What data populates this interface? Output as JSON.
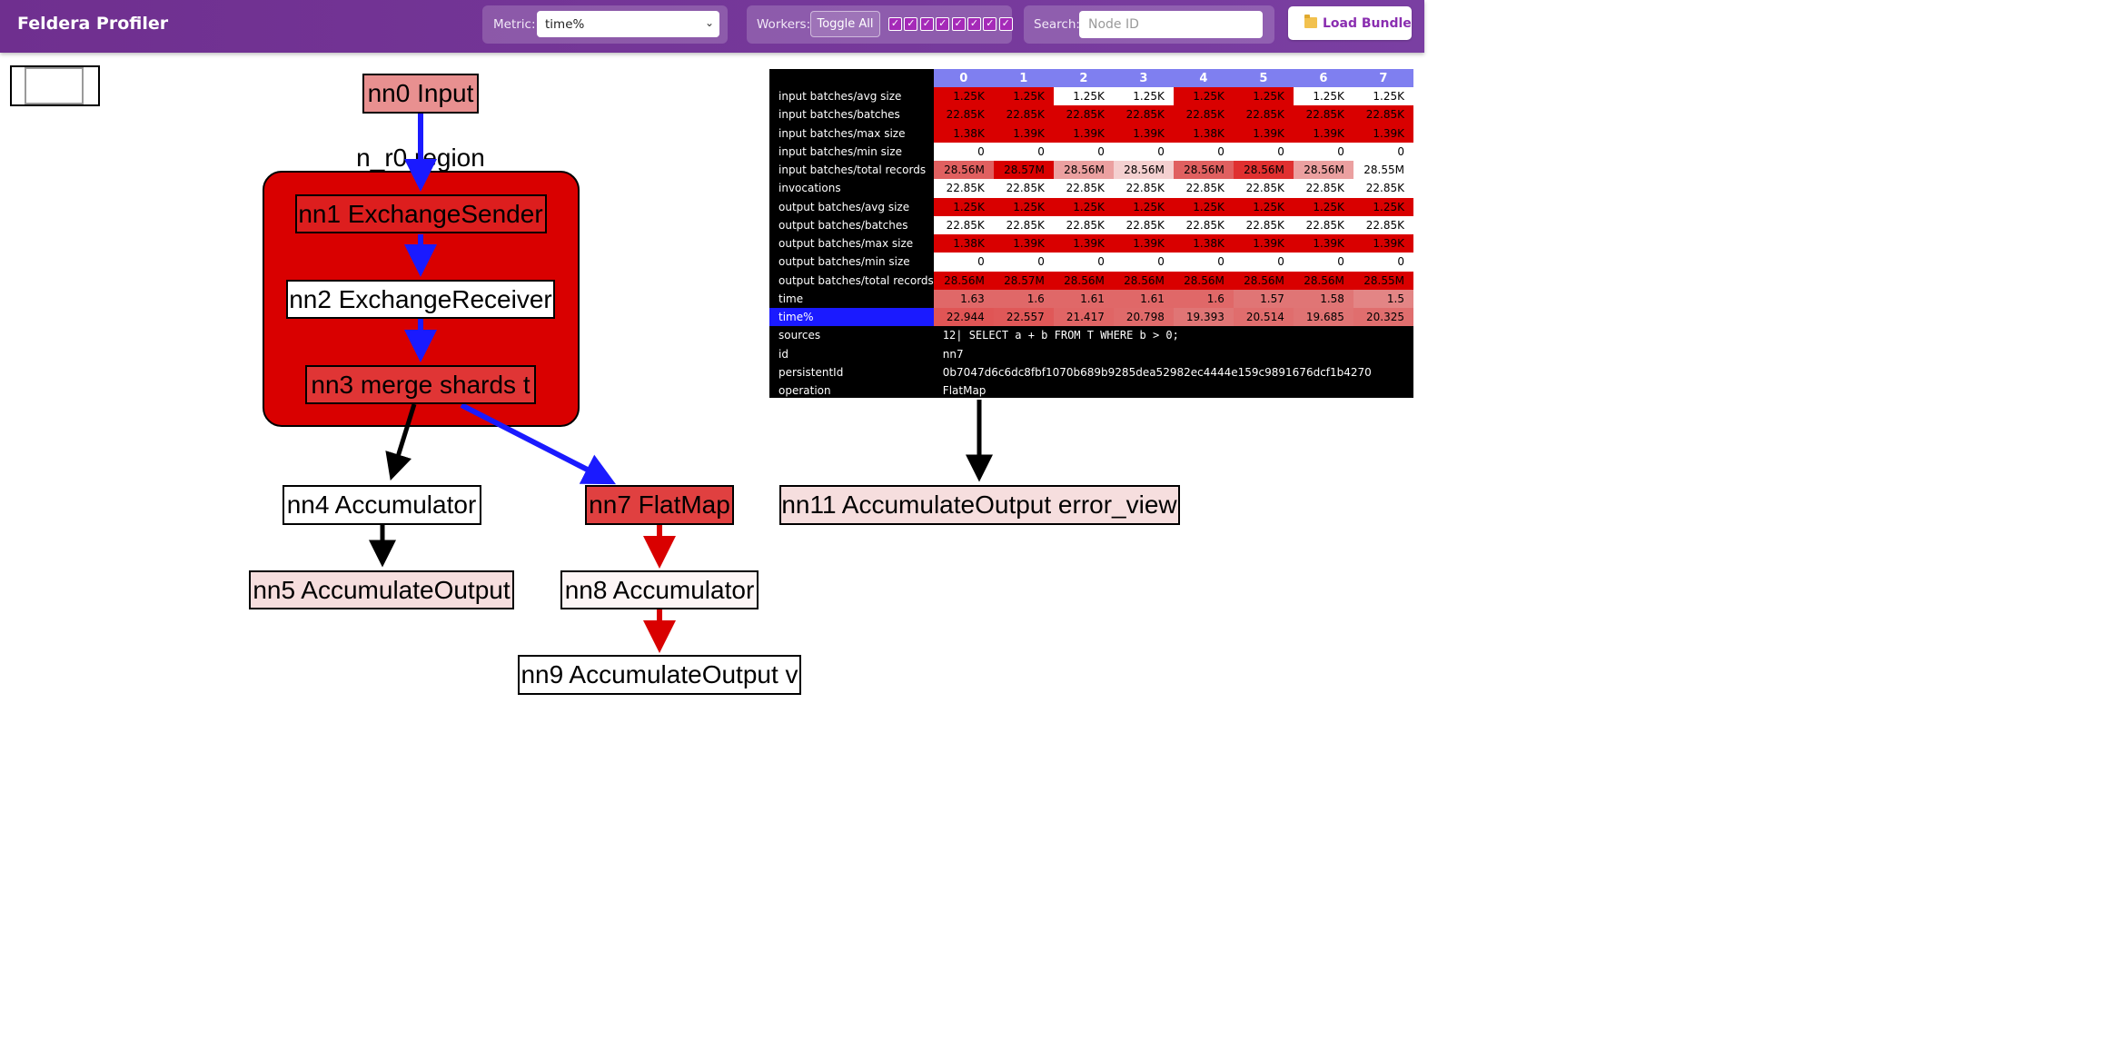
{
  "app": {
    "title": "Feldera Profiler"
  },
  "toolbar": {
    "metric_label": "Metric:",
    "metric_value": "time%",
    "workers_label": "Workers:",
    "toggle_all_label": "Toggle All",
    "worker_checks": [
      true,
      true,
      true,
      true,
      true,
      true,
      true,
      true
    ],
    "search_label": "Search:",
    "search_placeholder": "Node ID",
    "search_value": "",
    "load_bundle_label": "Load Bundle"
  },
  "graph": {
    "region_label": "n_r0 region",
    "nodes": {
      "nn0": "nn0 Input",
      "nn1": "nn1 ExchangeSender",
      "nn2": "nn2 ExchangeReceiver",
      "nn3": "nn3 merge shards  t",
      "nn4": "nn4 Accumulator",
      "nn5": "nn5 AccumulateOutput",
      "nn7": "nn7 FlatMap",
      "nn8": "nn8 Accumulator",
      "nn9": "nn9 AccumulateOutput v",
      "nn11": "nn11 AccumulateOutput error_view"
    },
    "colors": {
      "region_fill": "#d90000",
      "edge_blue": "#1a1aff",
      "edge_red": "#d90000",
      "edge_black": "#000000"
    }
  },
  "metrics_table": {
    "workers": [
      "0",
      "1",
      "2",
      "3",
      "4",
      "5",
      "6",
      "7"
    ],
    "selected_metric": "time%",
    "rows": [
      {
        "label": "input batches/avg size",
        "values": [
          "1.25K",
          "1.25K",
          "1.25K",
          "1.25K",
          "1.25K",
          "1.25K",
          "1.25K",
          "1.25K"
        ],
        "colors": [
          "#d90000",
          "#d90000",
          "#ffffff",
          "#ffffff",
          "#d90000",
          "#d90000",
          "#ffffff",
          "#ffffff"
        ]
      },
      {
        "label": "input batches/batches",
        "values": [
          "22.85K",
          "22.85K",
          "22.85K",
          "22.85K",
          "22.85K",
          "22.85K",
          "22.85K",
          "22.85K"
        ],
        "colors": [
          "#d90000",
          "#d90000",
          "#d90000",
          "#d90000",
          "#d90000",
          "#d90000",
          "#d90000",
          "#d90000"
        ]
      },
      {
        "label": "input batches/max size",
        "values": [
          "1.38K",
          "1.39K",
          "1.39K",
          "1.39K",
          "1.38K",
          "1.39K",
          "1.39K",
          "1.39K"
        ],
        "colors": [
          "#d90000",
          "#d90000",
          "#d90000",
          "#d90000",
          "#d90000",
          "#d90000",
          "#d90000",
          "#d90000"
        ]
      },
      {
        "label": "input batches/min size",
        "values": [
          "0",
          "0",
          "0",
          "0",
          "0",
          "0",
          "0",
          "0"
        ],
        "colors": [
          "#ffffff",
          "#ffffff",
          "#ffffff",
          "#ffffff",
          "#ffffff",
          "#ffffff",
          "#ffffff",
          "#ffffff"
        ]
      },
      {
        "label": "input batches/total records",
        "values": [
          "28.56M",
          "28.57M",
          "28.56M",
          "28.56M",
          "28.56M",
          "28.56M",
          "28.56M",
          "28.55M"
        ],
        "colors": [
          "#e06060",
          "#d90000",
          "#eba0a0",
          "#f4d0d0",
          "#e06060",
          "#e03030",
          "#eba0a0",
          "#ffffff"
        ]
      },
      {
        "label": "invocations",
        "values": [
          "22.85K",
          "22.85K",
          "22.85K",
          "22.85K",
          "22.85K",
          "22.85K",
          "22.85K",
          "22.85K"
        ],
        "colors": [
          "#ffffff",
          "#ffffff",
          "#ffffff",
          "#ffffff",
          "#ffffff",
          "#ffffff",
          "#ffffff",
          "#ffffff"
        ]
      },
      {
        "label": "output batches/avg size",
        "values": [
          "1.25K",
          "1.25K",
          "1.25K",
          "1.25K",
          "1.25K",
          "1.25K",
          "1.25K",
          "1.25K"
        ],
        "colors": [
          "#d90000",
          "#d90000",
          "#d90000",
          "#d90000",
          "#d90000",
          "#d90000",
          "#d90000",
          "#d90000"
        ]
      },
      {
        "label": "output batches/batches",
        "values": [
          "22.85K",
          "22.85K",
          "22.85K",
          "22.85K",
          "22.85K",
          "22.85K",
          "22.85K",
          "22.85K"
        ],
        "colors": [
          "#ffffff",
          "#ffffff",
          "#ffffff",
          "#ffffff",
          "#ffffff",
          "#ffffff",
          "#ffffff",
          "#ffffff"
        ]
      },
      {
        "label": "output batches/max size",
        "values": [
          "1.38K",
          "1.39K",
          "1.39K",
          "1.39K",
          "1.38K",
          "1.39K",
          "1.39K",
          "1.39K"
        ],
        "colors": [
          "#d90000",
          "#d90000",
          "#d90000",
          "#d90000",
          "#d90000",
          "#d90000",
          "#d90000",
          "#d90000"
        ]
      },
      {
        "label": "output batches/min size",
        "values": [
          "0",
          "0",
          "0",
          "0",
          "0",
          "0",
          "0",
          "0"
        ],
        "colors": [
          "#ffffff",
          "#ffffff",
          "#ffffff",
          "#ffffff",
          "#ffffff",
          "#ffffff",
          "#ffffff",
          "#ffffff"
        ]
      },
      {
        "label": "output batches/total records",
        "values": [
          "28.56M",
          "28.57M",
          "28.56M",
          "28.56M",
          "28.56M",
          "28.56M",
          "28.56M",
          "28.55M"
        ],
        "colors": [
          "#d90000",
          "#d90000",
          "#d90000",
          "#d90000",
          "#d90000",
          "#d90000",
          "#d90000",
          "#d90000"
        ]
      },
      {
        "label": "time",
        "values": [
          "1.63",
          "1.6",
          "1.61",
          "1.61",
          "1.6",
          "1.57",
          "1.58",
          "1.5"
        ],
        "colors": [
          "#e06868",
          "#e06868",
          "#e06868",
          "#e06868",
          "#e06868",
          "#e07575",
          "#e07575",
          "#e38585"
        ]
      },
      {
        "label": "time%",
        "values": [
          "22.944",
          "22.557",
          "21.417",
          "20.798",
          "19.393",
          "20.514",
          "19.685",
          "20.325"
        ],
        "colors": [
          "#e05555",
          "#e05858",
          "#e06565",
          "#e06a6a",
          "#e07575",
          "#e06d6d",
          "#e07373",
          "#e06e6e"
        ]
      }
    ],
    "meta": [
      {
        "label": "sources",
        "value": "    12| SELECT a + b FROM T WHERE b > 0;"
      },
      {
        "label": "id",
        "value": "nn7"
      },
      {
        "label": "persistentId",
        "value": "0b7047d6c6dc8fbf1070b689b9285dea52982ec4444e159c9891676dcf1b4270"
      },
      {
        "label": "operation",
        "value": "FlatMap"
      }
    ]
  }
}
